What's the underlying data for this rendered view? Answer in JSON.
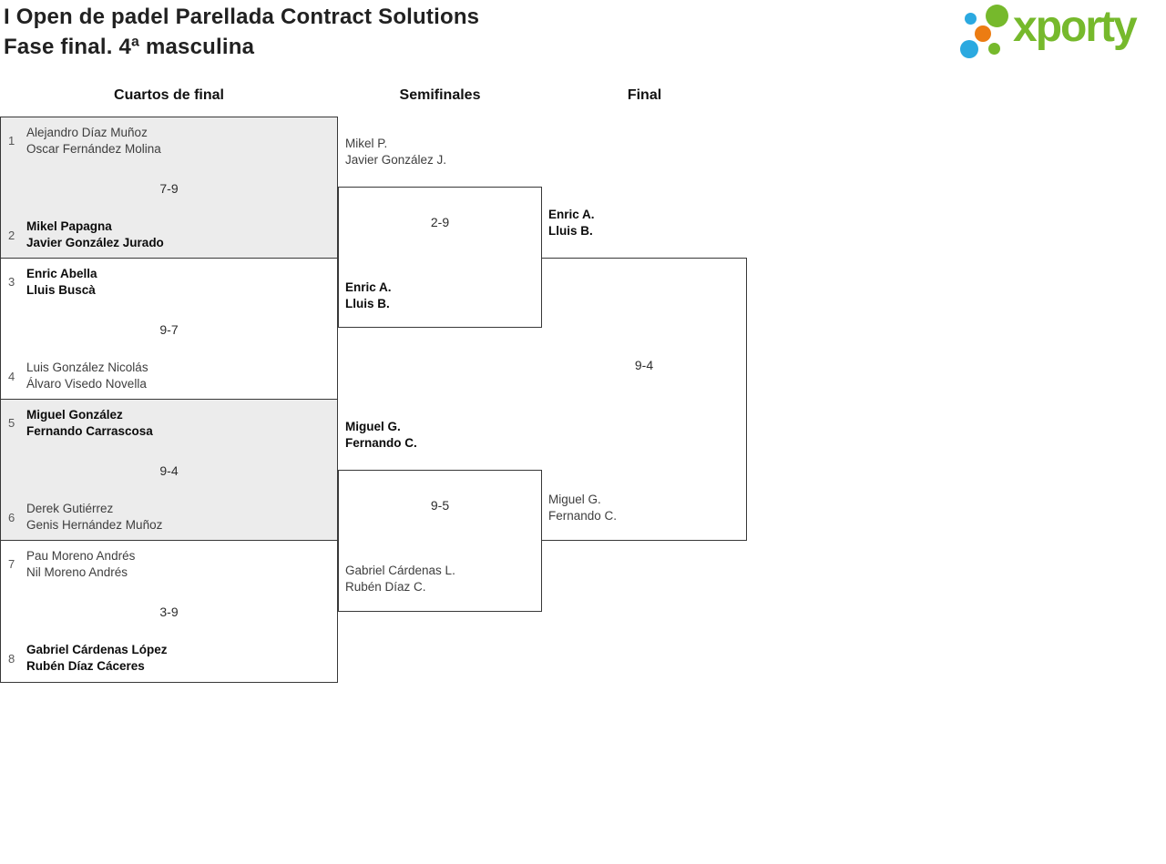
{
  "page": {
    "title_line1": "I Open de padel Parellada Contract Solutions",
    "title_line2": "Fase final. 4ª masculina"
  },
  "logo": {
    "brand": "xporty",
    "green": "#76b92c",
    "blue": "#2ba9e0",
    "orange": "#ec7c12"
  },
  "rounds": {
    "quarterfinals": "Cuartos de final",
    "semifinals": "Semifinales",
    "final": "Final"
  },
  "bracket": {
    "quarterfinals": [
      {
        "seed_top": "1",
        "team_top": {
          "player1": "Alejandro Díaz Muñoz",
          "player2": "Oscar Fernández Molina",
          "winner": false
        },
        "score": "7-9",
        "seed_bottom": "2",
        "team_bottom": {
          "player1": "Mikel Papagna",
          "player2": "Javier González Jurado",
          "winner": true
        }
      },
      {
        "seed_top": "3",
        "team_top": {
          "player1": "Enric Abella",
          "player2": "Lluis Buscà",
          "winner": true
        },
        "score": "9-7",
        "seed_bottom": "4",
        "team_bottom": {
          "player1": "Luis González Nicolás",
          "player2": "Álvaro Visedo Novella",
          "winner": false
        }
      },
      {
        "seed_top": "5",
        "team_top": {
          "player1": "Miguel González",
          "player2": "Fernando Carrascosa",
          "winner": true
        },
        "score": "9-4",
        "seed_bottom": "6",
        "team_bottom": {
          "player1": "Derek Gutiérrez",
          "player2": "Genis Hernández Muñoz",
          "winner": false
        }
      },
      {
        "seed_top": "7",
        "team_top": {
          "player1": "Pau Moreno Andrés",
          "player2": "Nil Moreno Andrés",
          "winner": false
        },
        "score": "3-9",
        "seed_bottom": "8",
        "team_bottom": {
          "player1": "Gabriel Cárdenas López",
          "player2": "Rubén Díaz Cáceres",
          "winner": true
        }
      }
    ],
    "semifinals": [
      {
        "team_top": {
          "player1": "Mikel P.",
          "player2": "Javier González J.",
          "winner": false
        },
        "score": "2-9",
        "team_bottom": {
          "player1": "Enric A.",
          "player2": "Lluis B.",
          "winner": true
        }
      },
      {
        "team_top": {
          "player1": "Miguel G.",
          "player2": "Fernando C.",
          "winner": true
        },
        "score": "9-5",
        "team_bottom": {
          "player1": "Gabriel Cárdenas L.",
          "player2": "Rubén Díaz C.",
          "winner": false
        }
      }
    ],
    "final": {
      "team_top": {
        "player1": "Enric A.",
        "player2": "Lluis B.",
        "winner": true
      },
      "score": "9-4",
      "team_bottom": {
        "player1": "Miguel G.",
        "player2": "Fernando C.",
        "winner": false
      }
    }
  }
}
